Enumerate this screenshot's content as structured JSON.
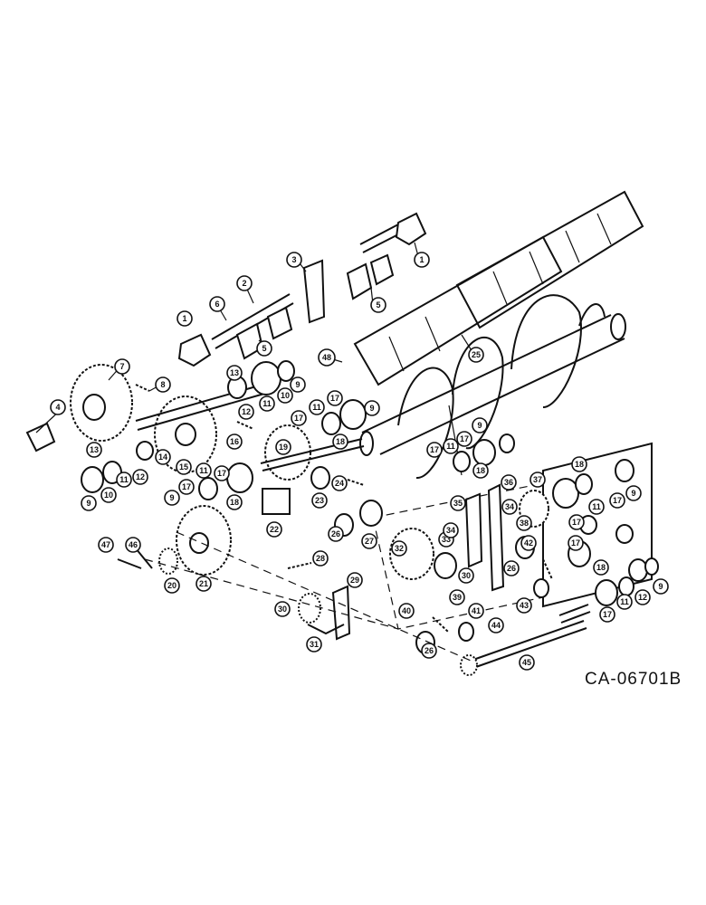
{
  "diagram": {
    "code": "CA-06701B",
    "callouts": [
      "1",
      "2",
      "3",
      "4",
      "5",
      "6",
      "7",
      "8",
      "9",
      "10",
      "11",
      "12",
      "13",
      "14",
      "15",
      "16",
      "17",
      "18",
      "19",
      "20",
      "21",
      "22",
      "23",
      "24",
      "25",
      "26",
      "27",
      "28",
      "29",
      "30",
      "31",
      "32",
      "33",
      "34",
      "35",
      "36",
      "37",
      "38",
      "39",
      "40",
      "41",
      "42",
      "43",
      "44",
      "45",
      "46",
      "47",
      "48"
    ]
  }
}
